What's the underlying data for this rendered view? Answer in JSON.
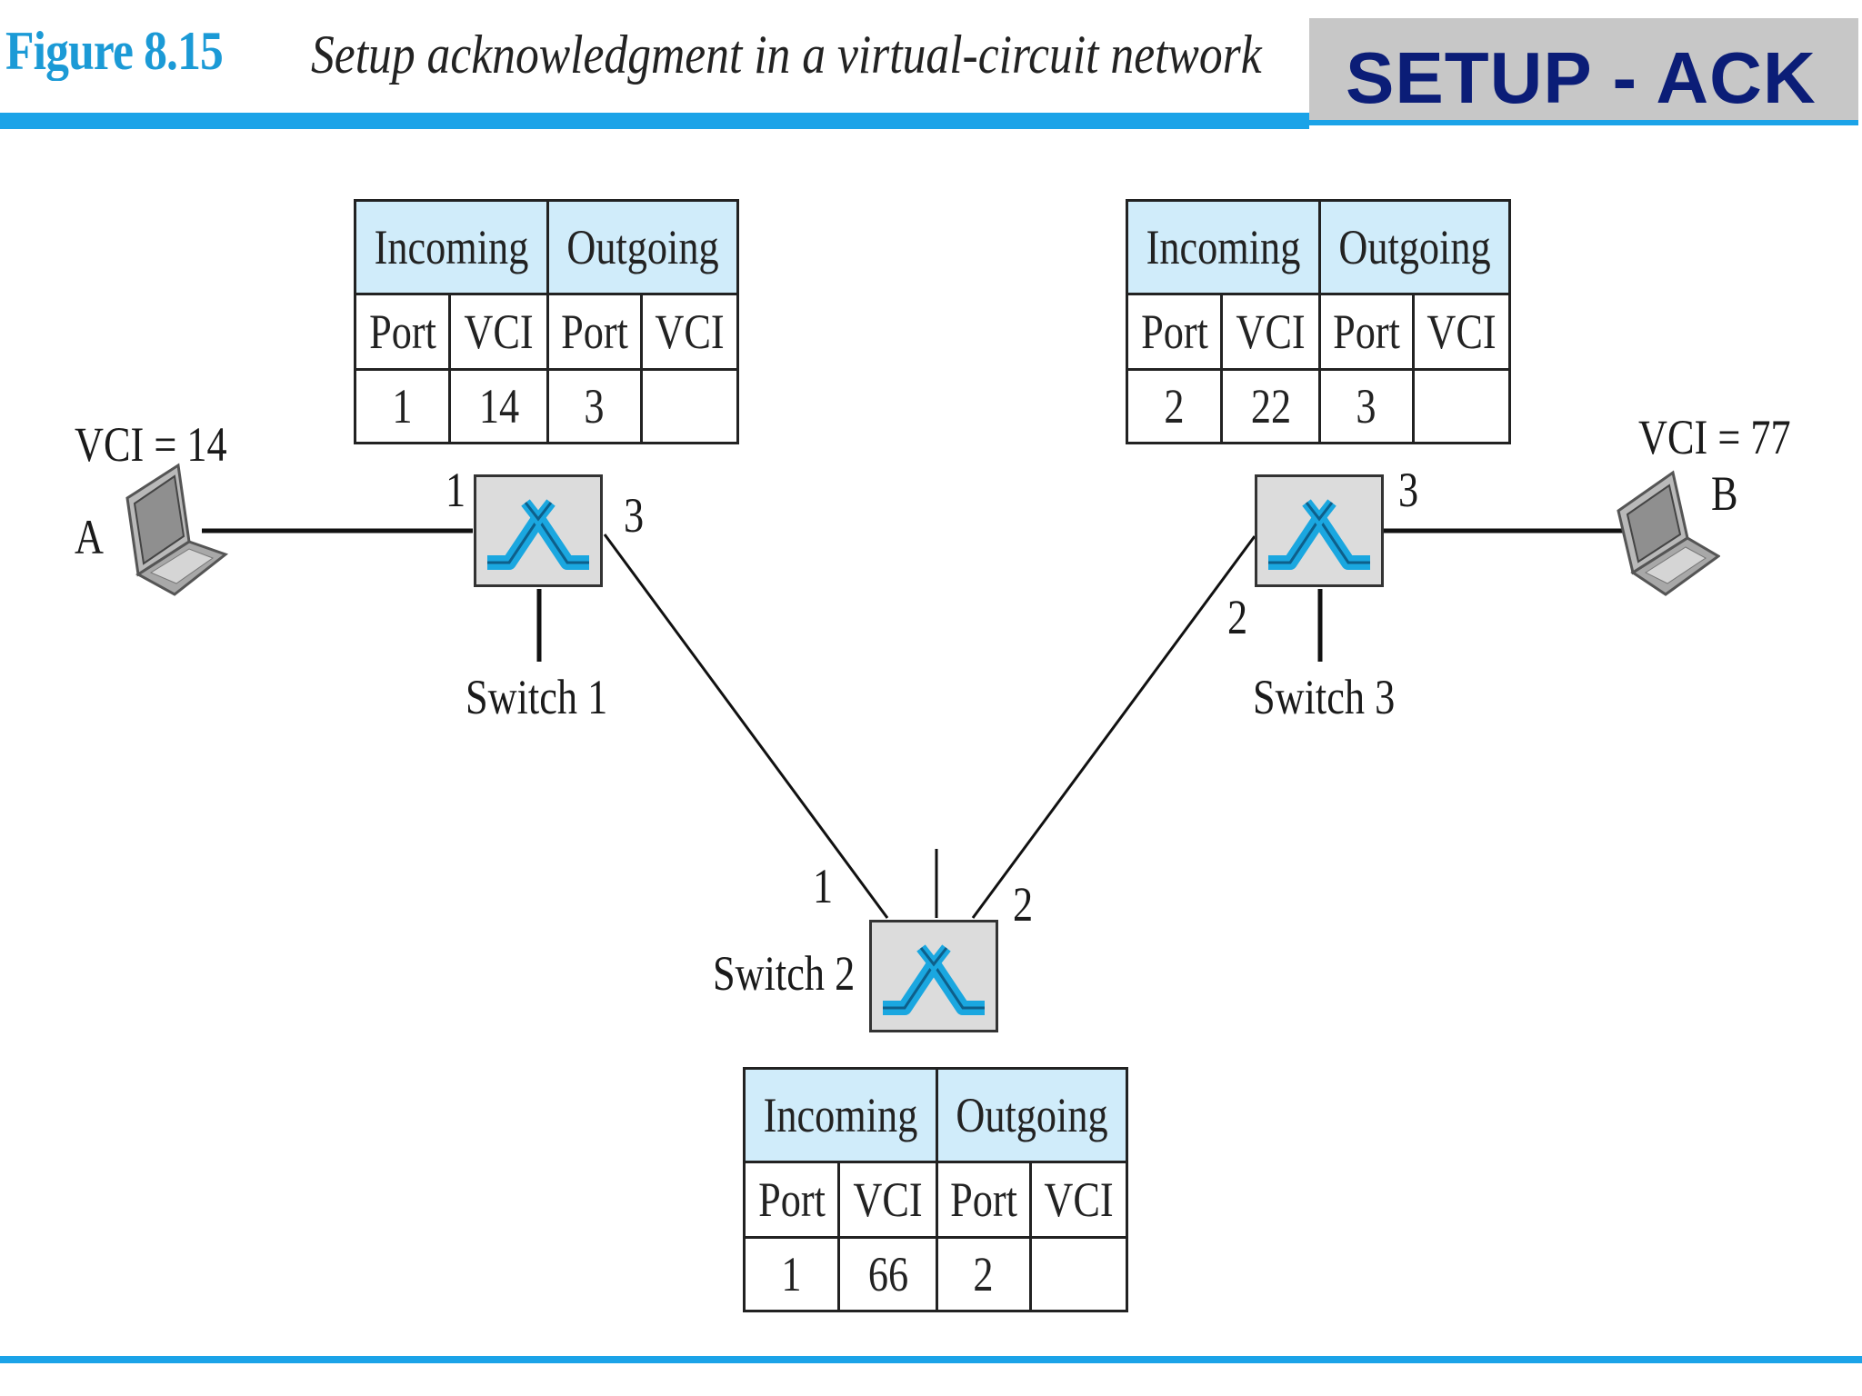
{
  "header": {
    "figure_label": "Figure 8.15",
    "caption": "Setup acknowledgment in a virtual-circuit network",
    "badge": "SETUP - ACK"
  },
  "endpoints": {
    "a": {
      "name": "A",
      "vci": "VCI = 14"
    },
    "b": {
      "name": "B",
      "vci": "VCI = 77"
    }
  },
  "switches": {
    "s1": {
      "label": "Switch 1",
      "port_left": "1",
      "port_right": "3",
      "table": {
        "incoming": "Incoming",
        "outgoing": "Outgoing",
        "cols": [
          "Port",
          "VCI",
          "Port",
          "VCI"
        ],
        "row": [
          "1",
          "14",
          "3",
          ""
        ]
      }
    },
    "s2": {
      "label": "Switch 2",
      "port_left": "1",
      "port_right": "2",
      "table": {
        "incoming": "Incoming",
        "outgoing": "Outgoing",
        "cols": [
          "Port",
          "VCI",
          "Port",
          "VCI"
        ],
        "row": [
          "1",
          "66",
          "2",
          ""
        ]
      }
    },
    "s3": {
      "label": "Switch 3",
      "port_left": "2",
      "port_right": "3",
      "table": {
        "incoming": "Incoming",
        "outgoing": "Outgoing",
        "cols": [
          "Port",
          "VCI",
          "Port",
          "VCI"
        ],
        "row": [
          "2",
          "22",
          "3",
          ""
        ]
      }
    }
  },
  "colors": {
    "accent": "#1ba3e8",
    "figure_label": "#1b9ad6",
    "badge_bg": "#c7c7c7",
    "badge_text": "#0b1d77",
    "table_header": "#d0ecfa",
    "switch_bg": "#dcdcdc",
    "switch_icon": "#1aa7e0"
  }
}
